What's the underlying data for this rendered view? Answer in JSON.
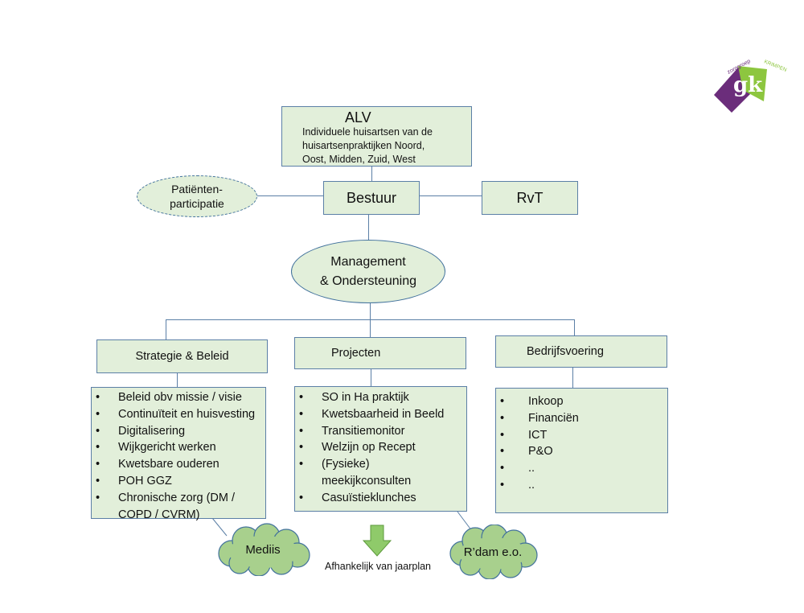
{
  "logo": {
    "text_top": "zorggroep",
    "text_side": "KRIMPEN",
    "letters": "gk",
    "colors": {
      "purple": "#6b2d7b",
      "green": "#8dc63f"
    }
  },
  "alv": {
    "title": "ALV",
    "lines": [
      "Individuele huisartsen van de",
      "huisartsenpraktijken Noord,",
      "Oost, Midden, Zuid, West"
    ]
  },
  "bestuur": {
    "label": "Bestuur"
  },
  "rvt": {
    "label": "RvT"
  },
  "patienten": {
    "lines": [
      "Patiënten-",
      "participatie"
    ]
  },
  "management": {
    "lines": [
      "Management",
      "& Ondersteuning"
    ]
  },
  "columns": [
    {
      "header": "Strategie & Beleid",
      "items": [
        "Beleid obv missie / visie",
        "Continuïteit en huisvesting",
        "Digitalisering",
        "Wijkgericht werken",
        "Kwetsbare ouderen",
        "POH GGZ",
        "Chronische zorg (DM /",
        "COPD / CVRM)"
      ]
    },
    {
      "header": "Projecten",
      "items": [
        "SO in Ha praktijk",
        "Kwetsbaarheid in Beeld",
        "Transitiemonitor",
        "Welzijn op Recept",
        "(Fysieke)",
        "meekijkconsulten",
        "Casuïstieklunches"
      ]
    },
    {
      "header": "Bedrijfsvoering",
      "items": [
        "Inkoop",
        "Financiën",
        "ICT",
        "P&O",
        "..",
        ".."
      ]
    }
  ],
  "clouds": [
    {
      "label": "Mediis"
    },
    {
      "label": "R’dam e.o."
    }
  ],
  "arrow": {
    "caption": "Afhankelijk van jaarplan"
  },
  "colors": {
    "fill": "#e2efda",
    "border": "#5b7fa6",
    "cloud": "#a8d08d",
    "arrow": "#8fca6a"
  }
}
